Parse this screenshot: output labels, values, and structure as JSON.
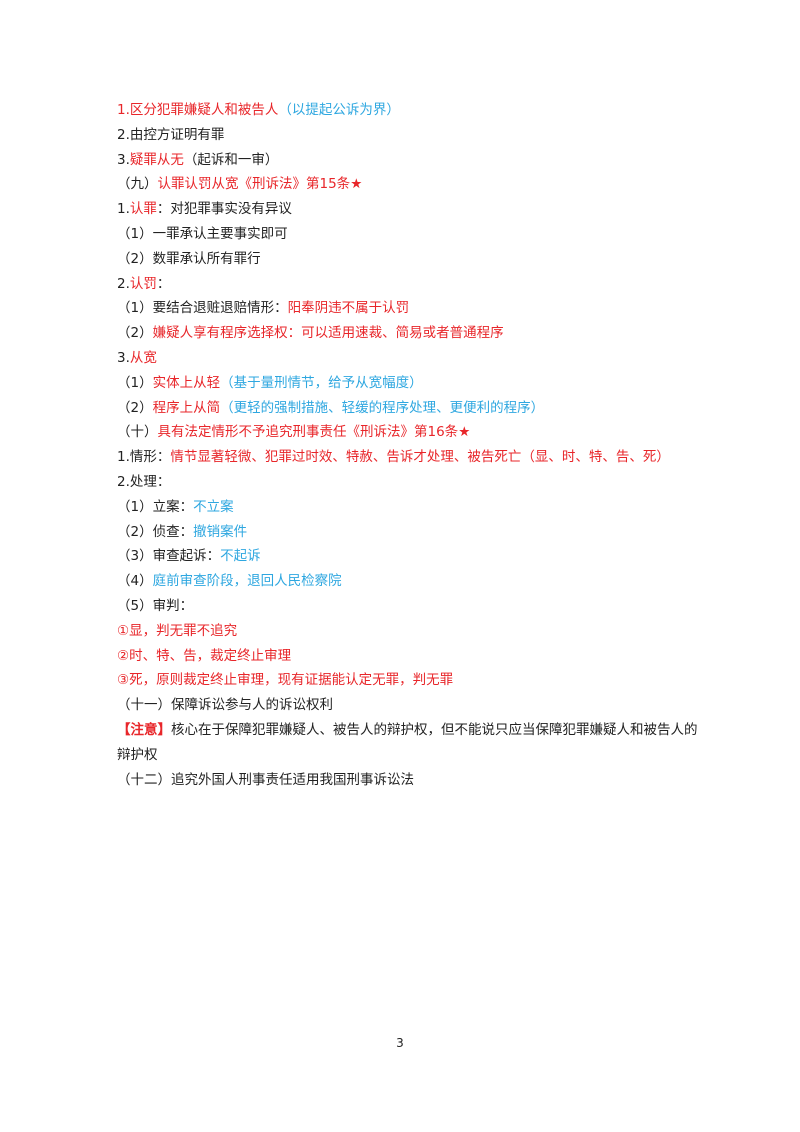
{
  "lines": [
    {
      "segments": [
        {
          "t": "1.",
          "c": "red"
        },
        {
          "t": "区分犯罪嫌疑人和被告人",
          "c": "red"
        },
        {
          "t": "（以提起公诉为界）",
          "c": "blue"
        }
      ]
    },
    {
      "segments": [
        {
          "t": "2.由控方证明有罪",
          "c": "dark"
        }
      ]
    },
    {
      "segments": [
        {
          "t": "3.",
          "c": "dark"
        },
        {
          "t": "疑罪从无",
          "c": "red"
        },
        {
          "t": "（起诉和一审）",
          "c": "dark"
        }
      ]
    },
    {
      "segments": [
        {
          "t": "（九）",
          "c": "dark"
        },
        {
          "t": "认罪认罚从宽《刑诉法》第15条",
          "c": "red"
        },
        {
          "t": "★",
          "c": "star"
        }
      ]
    },
    {
      "segments": [
        {
          "t": "1.",
          "c": "dark"
        },
        {
          "t": "认罪",
          "c": "red"
        },
        {
          "t": "：对犯罪事实没有异议",
          "c": "dark"
        }
      ]
    },
    {
      "segments": [
        {
          "t": "（1）一罪承认主要事实即可",
          "c": "dark"
        }
      ]
    },
    {
      "segments": [
        {
          "t": "（2）数罪承认所有罪行",
          "c": "dark"
        }
      ]
    },
    {
      "segments": [
        {
          "t": "2.",
          "c": "dark"
        },
        {
          "t": "认罚",
          "c": "red"
        },
        {
          "t": "：",
          "c": "dark"
        }
      ]
    },
    {
      "segments": [
        {
          "t": "（1）要结合退赃退赔情形：",
          "c": "dark"
        },
        {
          "t": "阳奉阴违不属于认罚",
          "c": "red"
        }
      ]
    },
    {
      "segments": [
        {
          "t": "（2）",
          "c": "dark"
        },
        {
          "t": "嫌疑人享有程序选择权：可以适用速裁、简易或者普通程序",
          "c": "red"
        }
      ]
    },
    {
      "segments": [
        {
          "t": "3.",
          "c": "dark"
        },
        {
          "t": "从宽",
          "c": "red"
        }
      ]
    },
    {
      "segments": [
        {
          "t": "（1）",
          "c": "dark"
        },
        {
          "t": "实体上从轻",
          "c": "red"
        },
        {
          "t": "（基于量刑情节，给予从宽幅度）",
          "c": "blue"
        }
      ]
    },
    {
      "segments": [
        {
          "t": "（2）",
          "c": "dark"
        },
        {
          "t": "程序上从简",
          "c": "red"
        },
        {
          "t": "（更轻的强制措施、轻缓的程序处理、更便利的程序）",
          "c": "blue"
        }
      ]
    },
    {
      "segments": [
        {
          "t": "（十）",
          "c": "dark"
        },
        {
          "t": "具有法定情形不予追究刑事责任《刑诉法》第16条",
          "c": "red"
        },
        {
          "t": "★",
          "c": "star"
        }
      ]
    },
    {
      "segments": [
        {
          "t": "1.情形：",
          "c": "dark"
        },
        {
          "t": "情节显著轻微、犯罪过时效、特赦、告诉才处理、被告死亡（显、时、特、告、死）",
          "c": "red"
        }
      ]
    },
    {
      "segments": [
        {
          "t": "2.处理：",
          "c": "dark"
        }
      ]
    },
    {
      "segments": [
        {
          "t": "（1）立案：",
          "c": "dark"
        },
        {
          "t": "不立案",
          "c": "blue"
        }
      ]
    },
    {
      "segments": [
        {
          "t": "（2）侦查：",
          "c": "dark"
        },
        {
          "t": "撤销案件",
          "c": "blue"
        }
      ]
    },
    {
      "segments": [
        {
          "t": "（3）审查起诉：",
          "c": "dark"
        },
        {
          "t": "不起诉",
          "c": "blue"
        }
      ]
    },
    {
      "segments": [
        {
          "t": "（4）",
          "c": "dark"
        },
        {
          "t": "庭前审查阶段，退回人民检察院",
          "c": "blue"
        }
      ]
    },
    {
      "segments": [
        {
          "t": "（5）审判：",
          "c": "dark"
        }
      ]
    },
    {
      "segments": [
        {
          "t": "①显，判无罪不追究",
          "c": "red"
        }
      ]
    },
    {
      "segments": [
        {
          "t": "②时、特、告，裁定终止审理",
          "c": "red"
        }
      ]
    },
    {
      "segments": [
        {
          "t": "③死，原则裁定终止审理，现有证据能认定无罪，判无罪",
          "c": "red"
        }
      ]
    },
    {
      "segments": [
        {
          "t": "（十一）保障诉讼参与人的诉讼权利",
          "c": "dark"
        }
      ]
    },
    {
      "wrap": true,
      "segments": [
        {
          "t": "【注意】",
          "c": "note-tag"
        },
        {
          "t": "核心在于保障犯罪嫌疑人、被告人的辩护权，但不能说只应当保障犯罪嫌疑人和被告人的辩护权",
          "c": "dark"
        }
      ]
    },
    {
      "segments": [
        {
          "t": "（十二）追究外国人刑事责任适用我国刑事诉讼法",
          "c": "dark"
        }
      ]
    }
  ],
  "page_number": "3"
}
